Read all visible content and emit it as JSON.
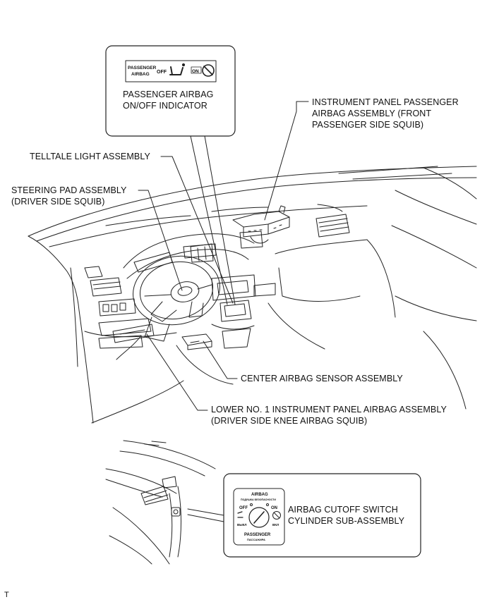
{
  "figure_id": "T",
  "indicator_panel": {
    "text_line1": "PASSENGER",
    "text_line2": "AIRBAG",
    "off": "OFF",
    "on": "ON"
  },
  "switch_face": {
    "title": "AIRBAG",
    "subtitle": "ПОДУШКА БЕЗОПАСНОСТИ",
    "off": "OFF",
    "on": "ON",
    "off_local": "ВЫКЛ",
    "on_local": "ВКЛ",
    "bottom": "PASSENGER",
    "bottom_sub": "ПАССАЖИРА"
  },
  "labels": {
    "passenger_indicator": [
      "PASSENGER AIRBAG",
      "ON/OFF INDICATOR"
    ],
    "passenger_airbag": [
      "INSTRUMENT PANEL PASSENGER",
      "AIRBAG ASSEMBLY (FRONT",
      "PASSENGER SIDE SQUIB)"
    ],
    "telltale": [
      "TELLTALE LIGHT ASSEMBLY"
    ],
    "steering_pad": [
      "STEERING PAD ASSEMBLY",
      "(DRIVER SIDE SQUIB)"
    ],
    "center_sensor": [
      "CENTER AIRBAG SENSOR ASSEMBLY"
    ],
    "knee_airbag": [
      "LOWER NO. 1 INSTRUMENT PANEL AIRBAG ASSEMBLY",
      "(DRIVER SIDE KNEE AIRBAG SQUIB)"
    ],
    "cutoff_switch": [
      "AIRBAG CUTOFF SWITCH",
      "CYLINDER SUB-ASSEMBLY"
    ]
  }
}
